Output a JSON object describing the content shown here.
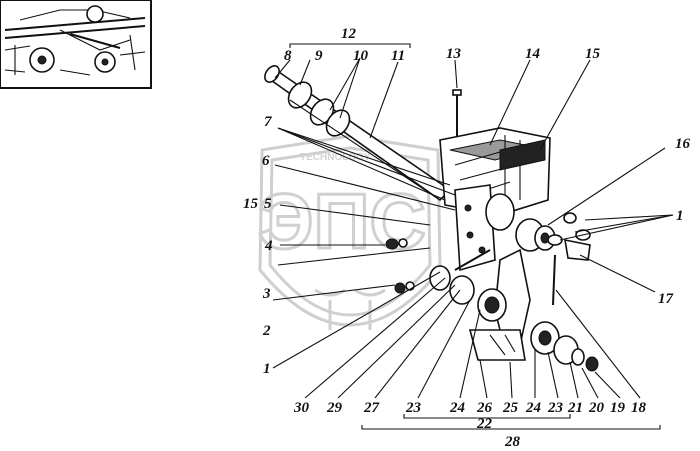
{
  "callouts": {
    "c1_top": "1",
    "c1_left": "1",
    "c2": "2",
    "c3": "3",
    "c4": "4",
    "c5": "5",
    "c6": "6",
    "c7": "7",
    "c8": "8",
    "c9": "9",
    "c10": "10",
    "c11": "11",
    "c12": "12",
    "c13": "13",
    "c14": "14",
    "c15_top": "15",
    "c15_left": "15",
    "c16": "16",
    "c17": "17",
    "c18": "18",
    "c19": "19",
    "c20": "20",
    "c21": "21",
    "c22": "22",
    "c23_a": "23",
    "c23_b": "23",
    "c24_a": "24",
    "c24_b": "24",
    "c25": "25",
    "c26": "26",
    "c27": "27",
    "c28": "28",
    "c29": "29",
    "c30": "30"
  },
  "watermark": {
    "text": "ЭПС"
  },
  "colors": {
    "ink": "#111111",
    "watermark": "#d3d3d3",
    "background": "#ffffff"
  }
}
